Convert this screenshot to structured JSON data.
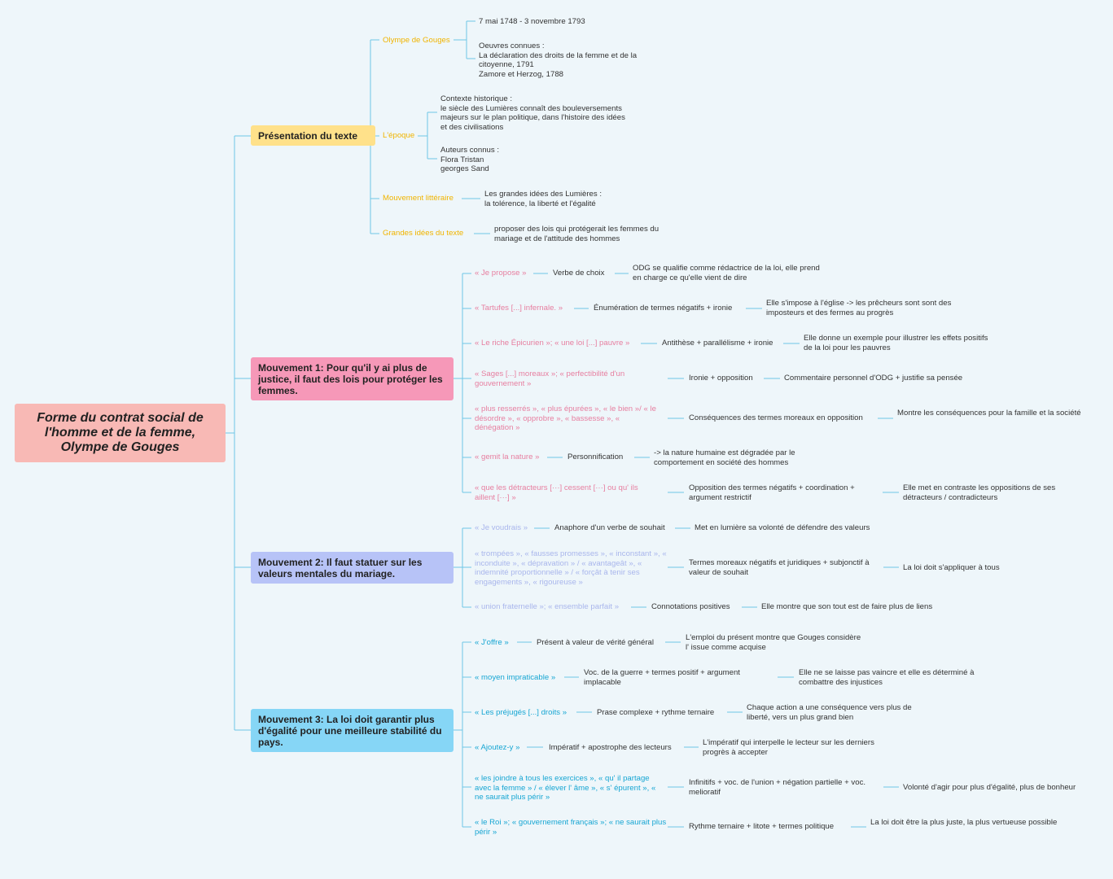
{
  "root": {
    "title": "Forme du contrat social de l'homme et de la femme, Olympe de Gouges"
  },
  "colors": {
    "background": "#eef6fa",
    "root": "#f8b9b5",
    "yellow": "#ffe18a",
    "pink": "#f698b8",
    "lavender": "#b7c3f7",
    "cyan": "#86d6f6",
    "line": "#6ec6e6"
  },
  "branches": [
    {
      "label": "Présentation du texte",
      "children": [
        {
          "label": "Olympe de Gouges",
          "details": [
            "7 mai 1748 - 3 novembre 1793",
            "Oeuvres connues :\nLa déclaration des droits de la femme et de la\ncitoyenne, 1791\nZamore et Herzog, 1788"
          ]
        },
        {
          "label": "L'époque",
          "details": [
            "Contexte historique :\nle siècle des Lumières connaît des bouleversements\nmajeurs sur le plan politique, dans l'histoire des idées\net des civilisations",
            "Auteurs connus :\nFlora Tristan\ngeorges Sand"
          ]
        },
        {
          "label": "Mouvement littéraire",
          "details": [
            "Les grandes idées des Lumières :\nla tolérence, la liberté et l'égalité"
          ]
        },
        {
          "label": "Grandes idées du texte",
          "details": [
            "proposer des lois qui protégerait les femmes du\nmariage et de l'attitude des hommes"
          ]
        }
      ]
    },
    {
      "label": "Mouvement 1: Pour qu'il y ai plus de justice, il faut des lois pour protéger les femmes.",
      "rows": [
        {
          "quote": "« Je propose »",
          "device": "Verbe de choix",
          "effect": "ODG se qualifie comme rédactrice de la loi, elle prend\nen charge ce qu'elle vient de dire"
        },
        {
          "quote": "« Tartufes [...] infernale. »",
          "device": "Énumération de termes négatifs + ironie",
          "effect": "Elle s'impose à l'église -> les prêcheurs sont sont des\nimposteurs et des fermes au progrès"
        },
        {
          "quote": "« Le riche Épicurien »; « une loi [...] pauvre »",
          "device": "Antithèse + parallélisme + ironie",
          "effect": "Elle donne un exemple pour illustrer les effets positifs\nde la loi pour les pauvres"
        },
        {
          "quote": "« Sages [...] moreaux »; « perfectibilité d'un\ngouvernement »",
          "device": "Ironie + opposition",
          "effect": "Commentaire personnel d'ODG + justifie sa pensée"
        },
        {
          "quote": "« plus resserrés », « plus épurées », « le bien »/ « le\ndésordre »,    « opprobre », « bassesse », «\ndénégation »",
          "device": "Conséquences des termes moreaux en opposition",
          "effect": "Montre les conséquences pour la famille et la société"
        },
        {
          "quote": "« gemit la nature »",
          "device": "Personnification",
          "effect": "-> la nature humaine est dégradée par le\ncomportement en société des hommes"
        },
        {
          "quote": "« que les détracteurs [···] cessent [···] ou qu'   ils\naillent [···] »",
          "device": "Opposition des termes négatifs + coordination +\nargument restrictif",
          "effect": "Elle met en contraste les oppositions de ses\ndétracteurs / contradicteurs"
        }
      ]
    },
    {
      "label": "Mouvement 2: Il faut statuer sur les valeurs mentales du mariage.",
      "rows": [
        {
          "quote": "« Je voudrais »",
          "device": "Anaphore d'un verbe de souhait",
          "effect": "Met en lumière sa volonté de défendre des valeurs"
        },
        {
          "quote": "« trompées », « fausses promesses », « inconstant », «\ninconduite », « dépravation » / « avantageât », «\nindemnité proportionnelle » / « forçât à tenir ses\nengagements », « rigoureuse »",
          "device": "Termes moreaux négatifs et juridiques + subjonctif à\nvaleur de souhait",
          "effect": "La loi doit s'appliquer à tous"
        },
        {
          "quote": "« union fraternelle »; « ensemble parfait »",
          "device": "Connotations positives",
          "effect": "Elle montre que son tout est de faire plus de liens"
        }
      ]
    },
    {
      "label": "Mouvement 3: La loi doit garantir plus d'égalité pour une meilleure stabilité du pays.",
      "rows": [
        {
          "quote": "« J'offre »",
          "device": "Présent à valeur de vérité général",
          "effect": "L'emploi du présent montre que Gouges considère\nl'   issue comme acquise"
        },
        {
          "quote": "« moyen impraticable »",
          "device": "Voc. de la guerre + termes positif + argument\nimplacable",
          "effect": "Elle ne se laisse pas vaincre et elle es déterminé à\ncombattre des injustices"
        },
        {
          "quote": "« Les préjugés [...] droits »",
          "device": "Prase complexe + rythme ternaire",
          "effect": "Chaque action a une conséquence vers plus de\nliberté, vers un plus grand bien"
        },
        {
          "quote": "« Ajoutez-y »",
          "device": "Impératif + apostrophe des lecteurs",
          "effect": "L'impératif qui interpelle le lecteur sur les derniers\nprogrès à accepter"
        },
        {
          "quote": "« les joindre à tous les exercices », « qu'   il partage\navec la femme » / « élever l'   âme », « s'   épurent », «\nne saurait plus périr »",
          "device": "Infinitifs + voc. de l'union + négation partielle + voc.\nmelioratif",
          "effect": "Volonté d'agir pour plus d'égalité, plus de bonheur"
        },
        {
          "quote": "« le Roi »; « gouvernement français »; « ne saurait plus\npérir »",
          "device": "Rythme ternaire + litote + termes politique",
          "effect": "La loi doit être la plus juste, la plus vertueuse possible"
        }
      ]
    }
  ]
}
